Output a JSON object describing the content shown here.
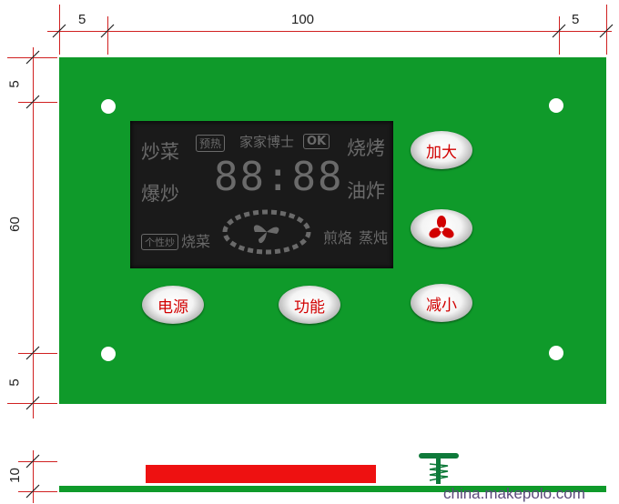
{
  "dimensions": {
    "top_left": "5",
    "top_center": "100",
    "top_right": "5",
    "left_top": "5",
    "left_middle": "60",
    "left_bottom": "5",
    "side_height": "10"
  },
  "lcd": {
    "brand": "家家博士",
    "preheat": "预热",
    "ok": "OK",
    "digits": "88:88",
    "left_modes": [
      "炒菜",
      "爆炒"
    ],
    "right_modes": [
      "烧烤",
      "油炸"
    ],
    "bottom_left_modes": [
      "个性炒",
      "烧菜"
    ],
    "bottom_right_modes": [
      "煎烙",
      "蒸炖"
    ]
  },
  "buttons": {
    "increase": "加大",
    "decrease": "减小",
    "power": "电源",
    "function": "功能",
    "fan_icon": "fan-icon"
  },
  "watermark": "china.makepolo.com",
  "colors": {
    "board": "#0f9a2a",
    "dimension": "#d02020",
    "button_text": "#d10000",
    "spacer": "#ee1111"
  }
}
